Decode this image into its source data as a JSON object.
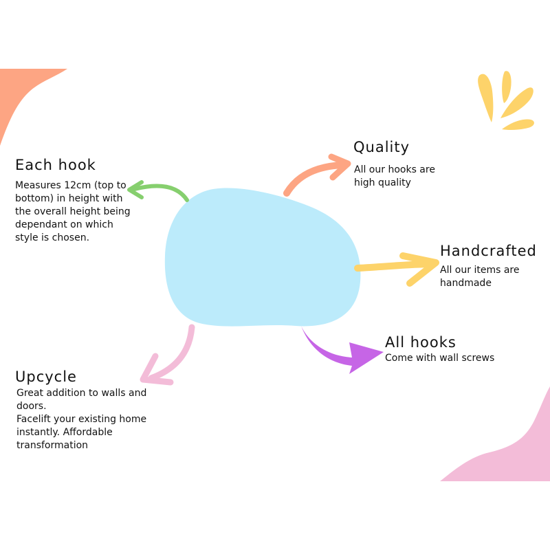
{
  "colors": {
    "background": "#ffffff",
    "blob_center": "#bcebfb",
    "corner_top_left": "#fda583",
    "corner_bottom_right": "#f3bcd8",
    "splash_top_right": "#fdd36a",
    "arrow_each_hook": "#86cf6e",
    "arrow_quality": "#fda583",
    "arrow_handcrafted": "#fdd36a",
    "arrow_all_hooks": "#c665e6",
    "arrow_upcycle": "#f3bcd8"
  },
  "nodes": {
    "each_hook": {
      "title": "Each hook",
      "lines": [
        "Measures 12cm  (top to",
        "bottom) in height with",
        "the overall height being",
        "dependant on which",
        "style is chosen."
      ]
    },
    "quality": {
      "title": "Quality",
      "lines": [
        "All our hooks are",
        "high quality"
      ]
    },
    "handcrafted": {
      "title": "Handcrafted",
      "lines": [
        "All our items are",
        "handmade"
      ]
    },
    "all_hooks": {
      "title": "All hooks",
      "lines": [
        "Come with wall screws"
      ]
    },
    "upcycle": {
      "title": "Upcycle",
      "lines": [
        "Great addition to walls and",
        "doors.",
        "Facelift your existing home",
        "instantly. Affordable",
        "transformation"
      ]
    }
  }
}
